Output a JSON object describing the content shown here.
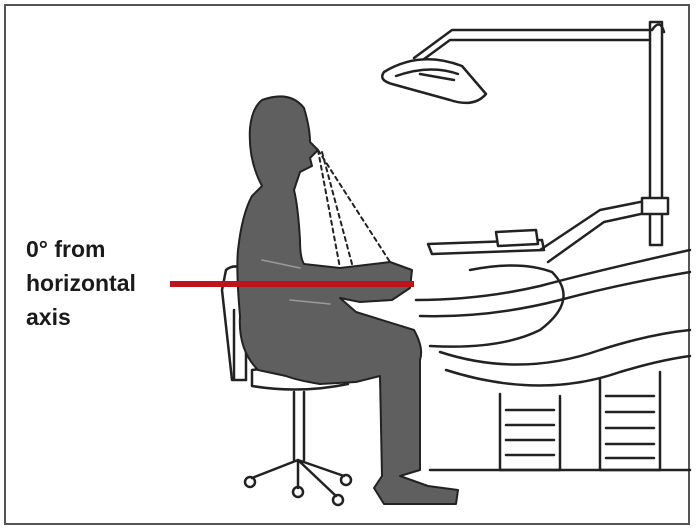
{
  "annotation": {
    "lines": [
      "0° from",
      "horizontal",
      "axis"
    ]
  },
  "colors": {
    "axis_line": "#c0141c",
    "figure_fill": "#5f5f5f",
    "outline": "#222222",
    "frame": "#555555",
    "background": "#ffffff"
  },
  "icons": {
    "figure": "seated-dentist-silhouette-icon",
    "chair": "operator-stool-icon",
    "patient_chair": "dental-patient-chair-icon",
    "lamp": "dental-operating-light-icon",
    "tray": "instrument-tray-icon"
  }
}
